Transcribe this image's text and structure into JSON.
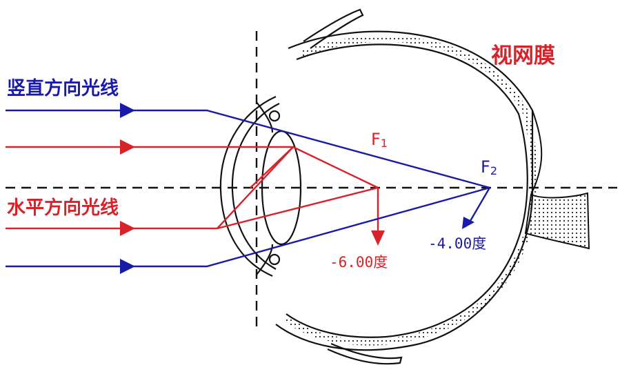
{
  "labels": {
    "vertical_light": "竖直方向光线",
    "horizontal_light": "水平方向光线",
    "retina": "视网膜",
    "focus1_letter": "F",
    "focus1_sub": "1",
    "focus2_letter": "F",
    "focus2_sub": "2",
    "power_focus1": "-6.00度",
    "power_focus2": "-4.00度"
  },
  "colors": {
    "vertical_rays": "#1a1aa8",
    "horizontal_rays": "#d8222a",
    "eye_outline": "#111111",
    "axis": "#111111"
  }
}
